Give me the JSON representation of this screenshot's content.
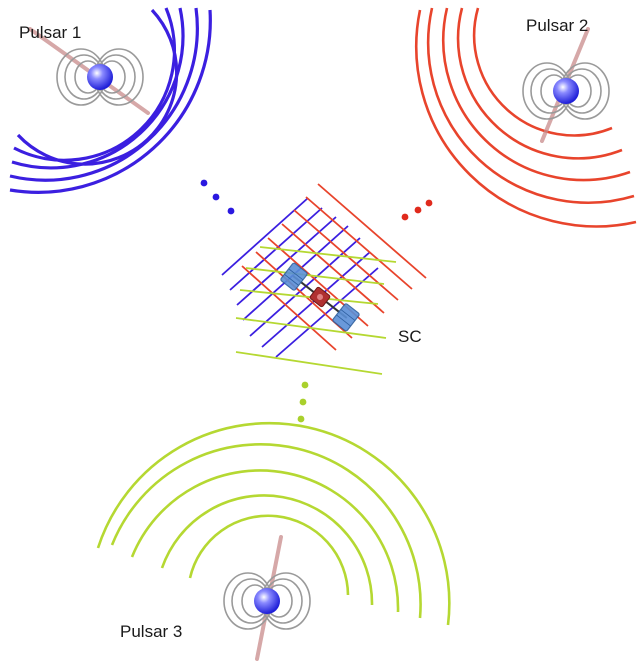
{
  "labels": {
    "pulsar1": "Pulsar 1",
    "pulsar2": "Pulsar 2",
    "pulsar3": "Pulsar 3",
    "spacecraft": "SC"
  },
  "colors": {
    "pulsar1_waves": "#3b1fe0",
    "pulsar2_waves": "#e8442c",
    "pulsar3_waves": "#b5d832",
    "pulsar_core": "#2d2dff",
    "field_lines": "#9a9a9a",
    "beam": "#c98b8b",
    "spacecraft_panel": "#5a8fd6",
    "spacecraft_body": "#b03030"
  },
  "icons": {
    "pulsar": "pulsar-star-icon",
    "spacecraft": "spacecraft-icon"
  }
}
